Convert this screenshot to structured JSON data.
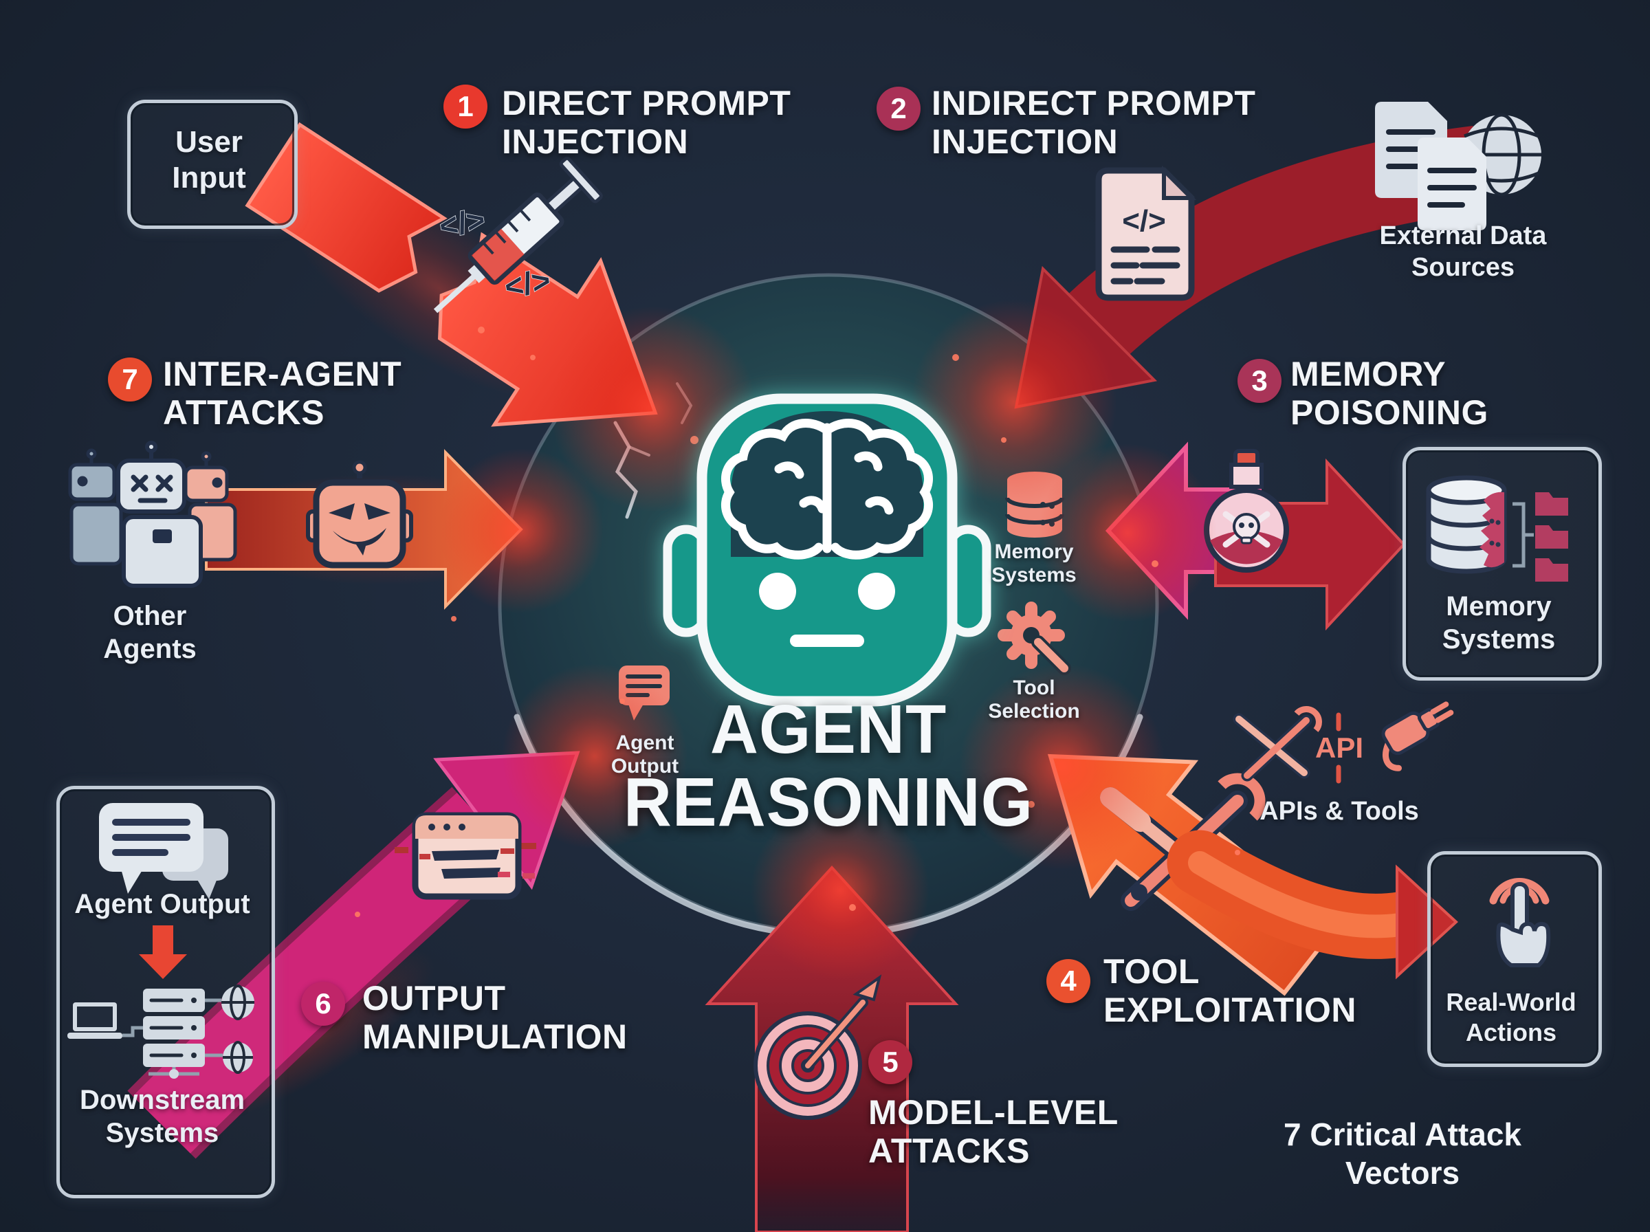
{
  "center": {
    "title": "AGENT\nREASONING"
  },
  "inner": {
    "agent_output": "Agent\nOutput",
    "memory_systems": "Memory\nSystems",
    "tool_selection": "Tool\nSelection"
  },
  "nodes": {
    "user_input": "User\nInput",
    "external_data": "External Data\nSources",
    "memory_systems": "Memory\nSystems",
    "real_world": "Real-World\nActions",
    "agent_output": "Agent Output",
    "downstream": "Downstream\nSystems",
    "other_agents": "Other\nAgents",
    "apis_tools": "APIs & Tools",
    "api_label": "API"
  },
  "attacks": [
    {
      "num": "1",
      "title": "DIRECT PROMPT\nINJECTION",
      "badge_color": "#e8392d"
    },
    {
      "num": "2",
      "title": "INDIRECT PROMPT\nINJECTION",
      "badge_color": "#a93156"
    },
    {
      "num": "3",
      "title": "MEMORY\nPOISONING",
      "badge_color": "#a93458"
    },
    {
      "num": "4",
      "title": "TOOL\nEXPLOITATION",
      "badge_color": "#ea512f"
    },
    {
      "num": "5",
      "title": "MODEL-LEVEL\nATTACKS",
      "badge_color": "#b02840"
    },
    {
      "num": "6",
      "title": "OUTPUT\nMANIPULATION",
      "badge_color": "#c02569"
    },
    {
      "num": "7",
      "title": "INTER-AGENT\nATTACKS",
      "badge_color": "#e84b2e"
    }
  ],
  "footer": {
    "text": "7 Critical Attack\nVectors"
  },
  "colors": {
    "background": "#1d2737",
    "robot_teal": "#15988a",
    "salmon_icon": "#f08575",
    "bright_red_arrow": "#e6382b",
    "dark_red_arrow": "#9c1e2a",
    "magenta_arrow": "#cf2578",
    "orange_arrow": "#f0572b",
    "box_border": "#c3cdd8",
    "text_white": "#f3f5f8"
  },
  "icons": {
    "center": "robot-head-with-brain",
    "attack1": "syringe-and-code",
    "attack2": "code-document",
    "attack3": "poison-bottle-skull",
    "attack4": "crossed-wrench-screwdriver",
    "attack5": "target-with-dart",
    "attack6": "glitched-window",
    "attack7": "evil-robot",
    "external_data": "documents-and-globe",
    "memory_box": "database-with-folders",
    "real_world": "tap-hand",
    "downstream": "laptop-servers-globes",
    "agent_output_box": "chat-bubbles"
  }
}
